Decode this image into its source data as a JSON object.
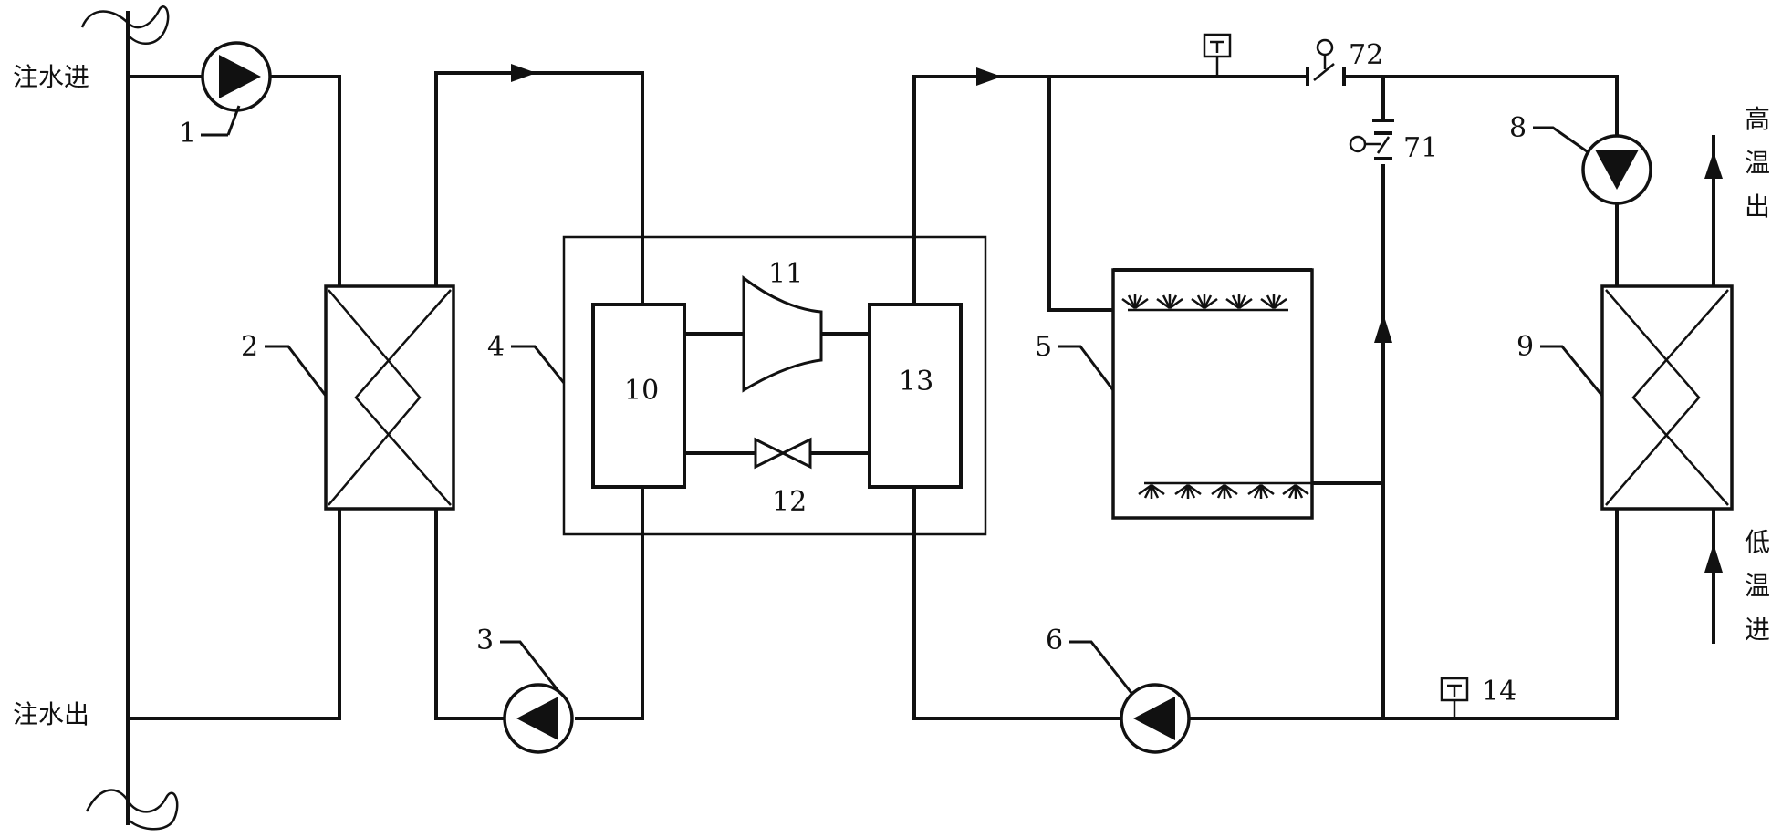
{
  "labels": {
    "inlet_water": "注水进",
    "outlet_water": "注水出",
    "high_temp_out": [
      "高",
      "温",
      "出"
    ],
    "low_temp_in": [
      "低",
      "温",
      "进"
    ]
  },
  "components": {
    "c1": "1",
    "c2": "2",
    "c3": "3",
    "c4": "4",
    "c5": "5",
    "c6": "6",
    "c71": "71",
    "c72": "72",
    "c8": "8",
    "c9": "9",
    "c10": "10",
    "c11": "11",
    "c12": "12",
    "c13": "13",
    "c14": "14"
  }
}
